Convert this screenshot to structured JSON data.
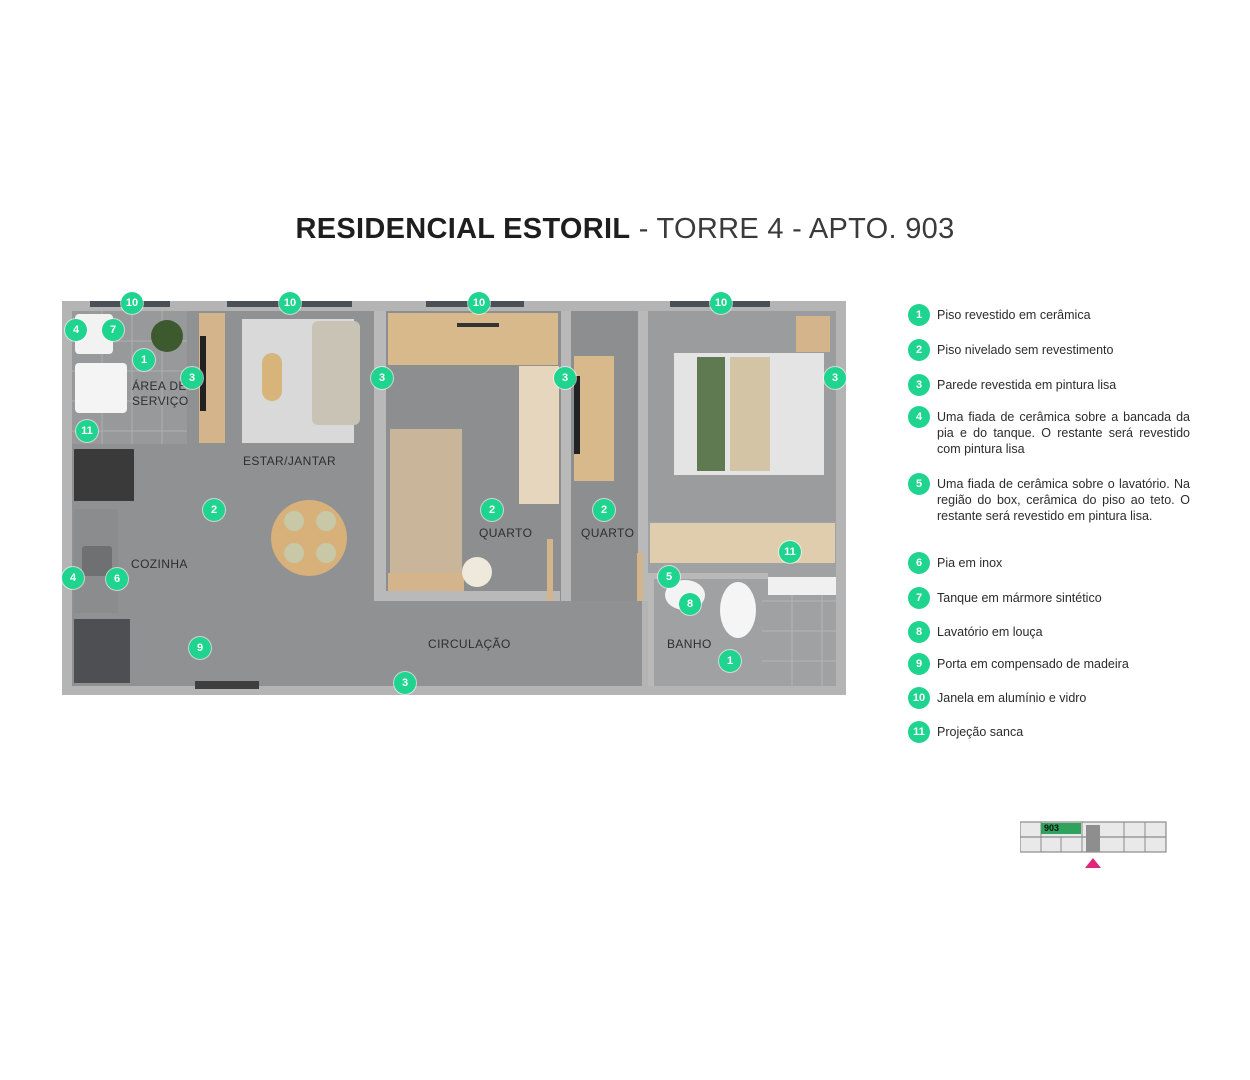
{
  "title": {
    "bold": "RESIDENCIAL ESTORIL",
    "light": " - TORRE 4 - APTO. 903"
  },
  "rooms": {
    "area_servico": "ÁREA DE\nSERVIÇO",
    "estar_jantar": "ESTAR/JANTAR",
    "cozinha": "COZINHA",
    "quarto_1": "QUARTO",
    "quarto_2": "QUARTO",
    "circulacao": "CIRCULAÇÃO",
    "banho": "BANHO"
  },
  "markers": [
    "10",
    "10",
    "10",
    "10",
    "4",
    "7",
    "1",
    "3",
    "3",
    "3",
    "3",
    "11",
    "2",
    "2",
    "2",
    "4",
    "6",
    "11",
    "5",
    "8",
    "9",
    "3",
    "1"
  ],
  "legend": [
    {
      "number": "1",
      "text": "Piso revestido em cerâmica"
    },
    {
      "number": "2",
      "text": "Piso nivelado sem revestimento"
    },
    {
      "number": "3",
      "text": "Parede revestida em pintura lisa"
    },
    {
      "number": "4",
      "text": "Uma fiada de cerâmica sobre a bancada da pia e do tanque. O restante será revestido com pintura lisa"
    },
    {
      "number": "5",
      "text": "Uma fiada de cerâmica sobre o lavatório. Na região do box, cerâmica do piso ao teto. O restante será revestido em pintura lisa."
    },
    {
      "number": "6",
      "text": "Pia em inox"
    },
    {
      "number": "7",
      "text": "Tanque em mármore sintético"
    },
    {
      "number": "8",
      "text": "Lavatório em louça"
    },
    {
      "number": "9",
      "text": "Porta em compensado de madeira"
    },
    {
      "number": "10",
      "text": "Janela em alumínio e vidro"
    },
    {
      "number": "11",
      "text": "Projeção sanca"
    }
  ],
  "keyplan": {
    "unit_label": "903"
  },
  "colors": {
    "marker": "#1fd48f",
    "accent_arrow": "#e0267a",
    "floor": "#8d8f91",
    "wall": "#b9b9b9"
  }
}
